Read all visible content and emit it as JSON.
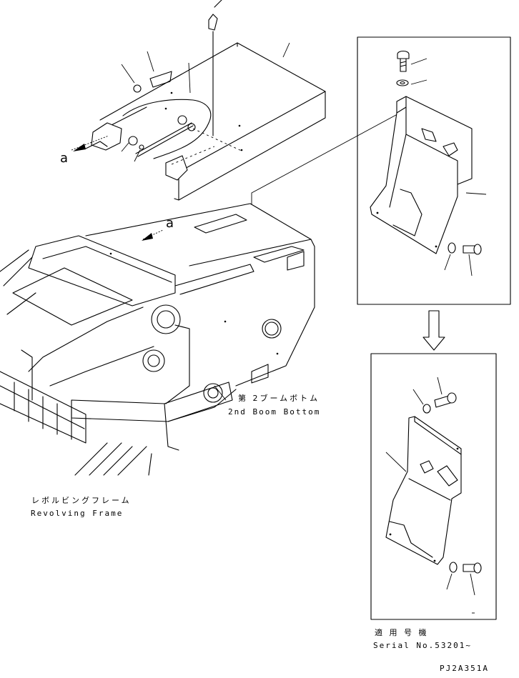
{
  "labels": {
    "view_a_top": "a",
    "view_a_frame": "a",
    "boom_bottom_jp": "第 2ブームボトム",
    "boom_bottom_en": "2nd Boom Bottom",
    "revolving_frame_jp": "レボルビングフレーム",
    "revolving_frame_en": "Revolving Frame",
    "serial_jp": "適 用 号 機",
    "serial_en": "Serial No.53201~",
    "drawing_code": "PJ2A351A"
  },
  "icons": [
    "arrow-a-icon",
    "down-arrow-icon"
  ],
  "colors": {
    "line": "#000000",
    "background": "#ffffff"
  }
}
